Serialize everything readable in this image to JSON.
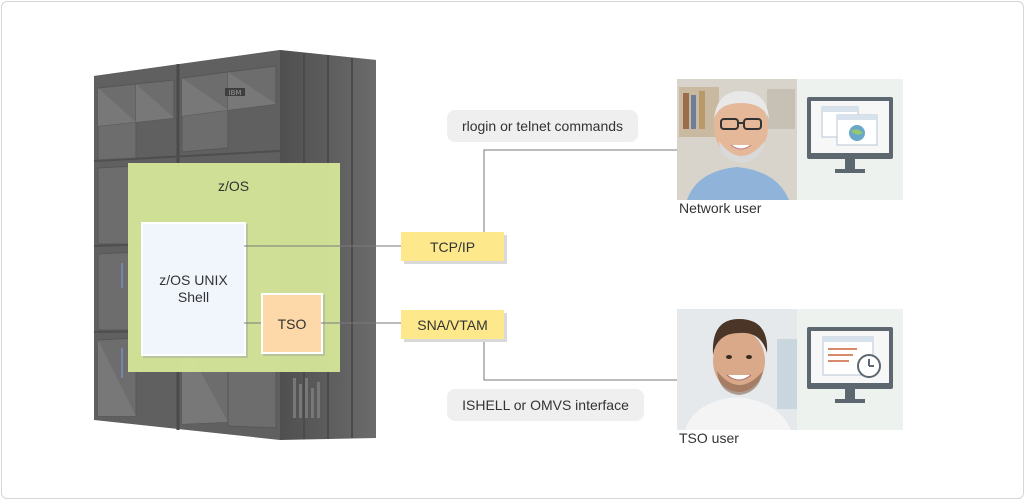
{
  "diagram": {
    "zos_label": "z/OS",
    "unix_shell_line1": "z/OS UNIX",
    "unix_shell_line2": "Shell",
    "tso_box_label": "TSO",
    "tcpip_label": "TCP/IP",
    "sna_label": "SNA/VTAM",
    "rlogin_label": "rlogin or telnet commands",
    "ishell_label": "ISHELL or OMVS interface",
    "network_user_label": "Network user",
    "tso_user_label": "TSO user",
    "mainframe_logo_text": "IBM"
  },
  "colors": {
    "zos_fill": "#d3e598",
    "unix_fill": "#f1f6fd",
    "tso_fill": "#fdd8a8",
    "protocol_fill": "#fde98c",
    "note_fill": "#efefef",
    "mainframe_dark": "#5b5b5b",
    "connector": "#7a7a7a"
  },
  "icons": [
    "mainframe-illustration",
    "network-user-photo",
    "network-monitor-icon",
    "tso-user-photo",
    "tso-monitor-clock-icon"
  ]
}
